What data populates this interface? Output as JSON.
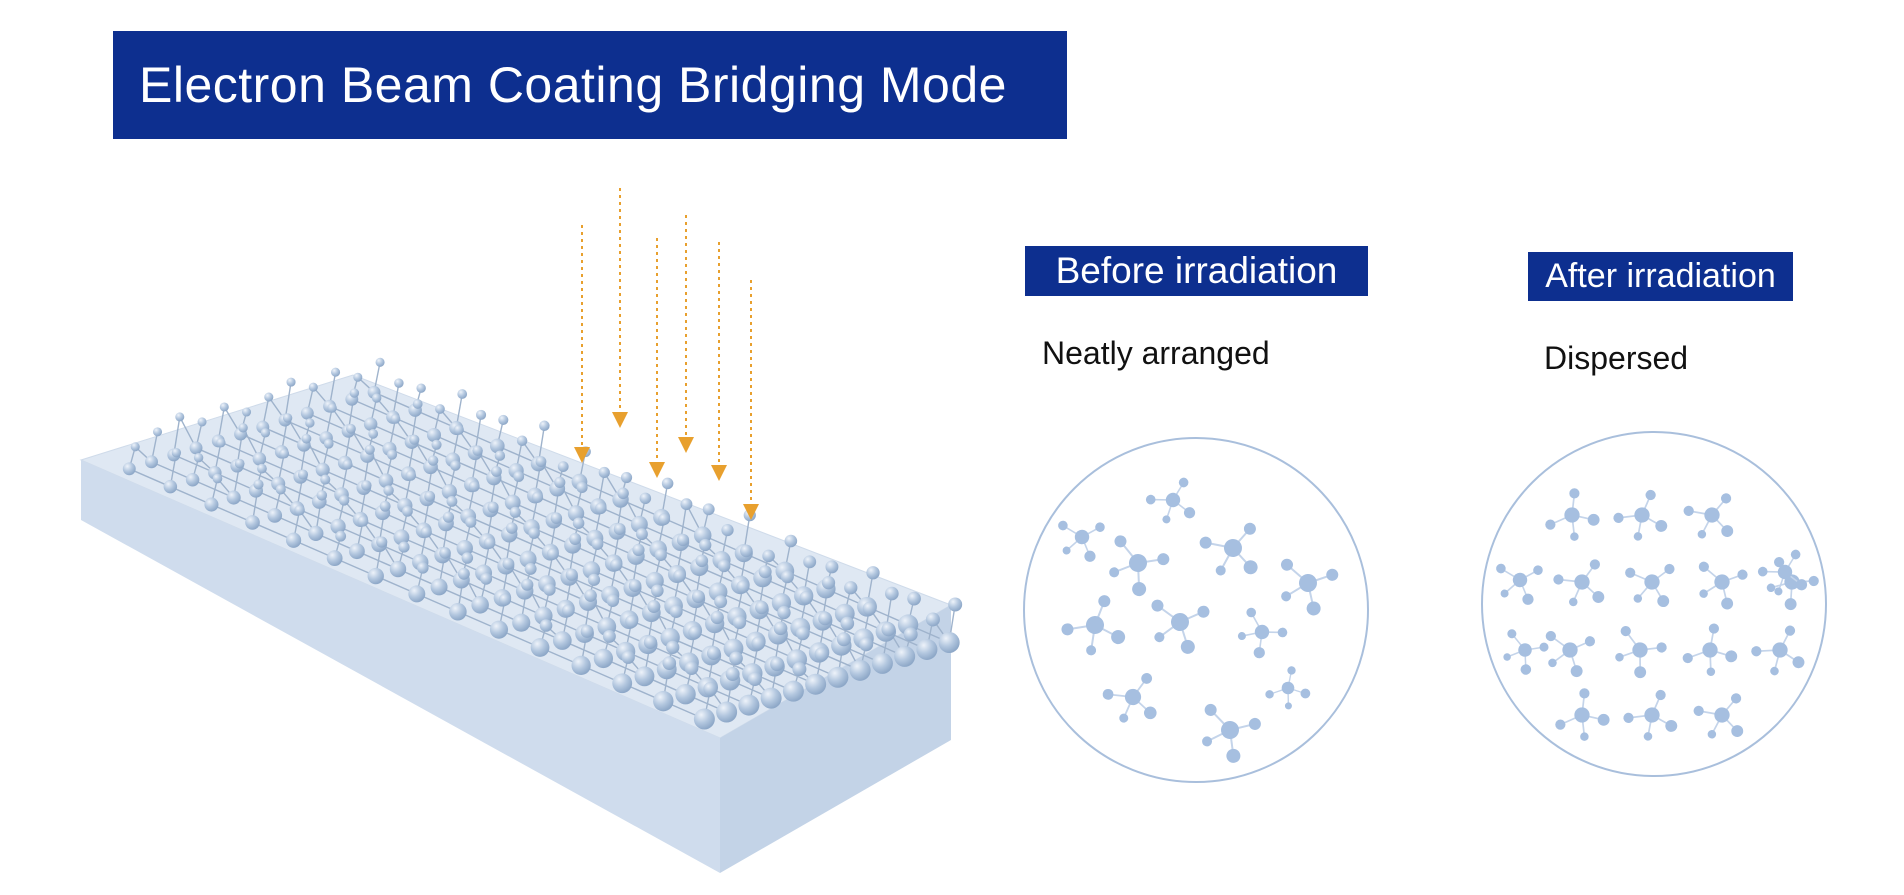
{
  "title": "Electron Beam Coating Bridging Mode",
  "before": {
    "label": "Before irradiation",
    "caption": "Neatly arranged"
  },
  "after": {
    "label": "After irradiation",
    "caption": "Dispersed"
  },
  "colors": {
    "header_bg": "#0d2f8f",
    "arrow": "#e8a02e",
    "slab_top": "#dde7f3",
    "slab_side": "#c9d8ea",
    "atom": "#a9c0dd",
    "cluster": "#a6bfe0",
    "circle_stroke": "#a9bfdc"
  }
}
